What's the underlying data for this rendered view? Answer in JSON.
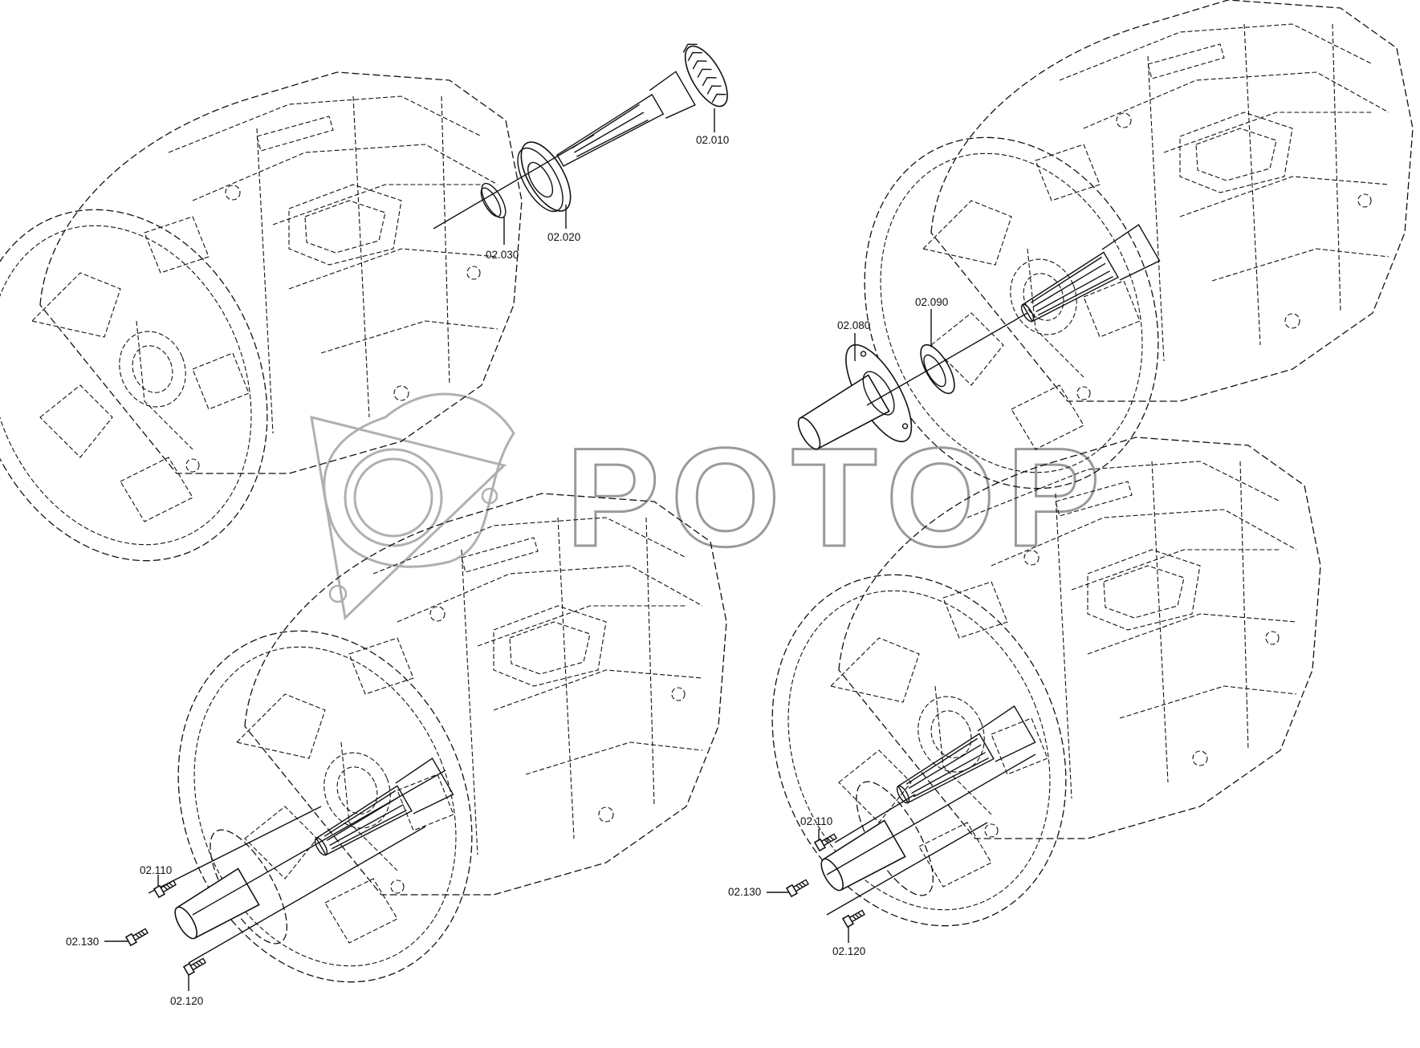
{
  "watermark": {
    "text": "POTOP",
    "color": "#9a9a9a"
  },
  "labels": [
    {
      "id": "a",
      "text": "02.010"
    },
    {
      "id": "b",
      "text": "02.020"
    },
    {
      "id": "c",
      "text": "02.030"
    },
    {
      "id": "d",
      "text": "02.080"
    },
    {
      "id": "e",
      "text": "02.090"
    },
    {
      "id": "f",
      "text": "02.110"
    },
    {
      "id": "g",
      "text": "02.130"
    },
    {
      "id": "h",
      "text": "02.120"
    },
    {
      "id": "i",
      "text": "02.110"
    },
    {
      "id": "j",
      "text": "02.130"
    },
    {
      "id": "k",
      "text": "02.120"
    }
  ]
}
